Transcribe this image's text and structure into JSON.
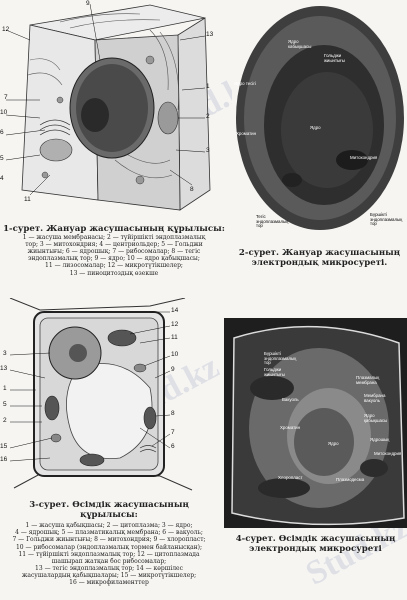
{
  "watermark": "Stud.kz",
  "fig1": {
    "numbers": [
      "9",
      "13",
      "1",
      "2",
      "3",
      "7",
      "8",
      "10",
      "6",
      "5",
      "4",
      "11",
      "12"
    ],
    "title": "1-сурет. Жануар жасушасының құрылысы:",
    "legend_lines": [
      "1 — жасуша мембранасы; 2 — түйіршікті эндоплазмалық",
      "тор; 3 — митохондрия; 4 — центриольдер; 5 — Гольджи",
      "жиынтығы; 6 — ядрошық; 7 — рибосомалар; 8 — тегіс",
      "эндоплазмалық тор; 9 — ядро; 10 — ядро қабықшасы;",
      "11 — лизосомалар; 12 — микротүтікшелер;",
      "13 — пиноцитоздық өзекше"
    ]
  },
  "fig2": {
    "labels": [
      "Ядро кабықшасы",
      "Гольджи жиынтығы",
      "Ядро тесігі",
      "Хроматин",
      "Ядро",
      "Митохондрия",
      "Тегіс эндоплазмалық тор",
      "Бүршікті эндоплазмалық тор"
    ],
    "title_lines": [
      "2-сурет. Жануар жасушасының",
      "электрондық микросуреті."
    ]
  },
  "fig3": {
    "numbers": [
      "14",
      "12",
      "11",
      "3",
      "10",
      "13",
      "9",
      "1",
      "5",
      "2",
      "8",
      "15",
      "7",
      "16",
      "6"
    ],
    "title_lines": [
      "3-сурет. Өсімдік жасушасының",
      "құрылысы:"
    ],
    "legend_lines": [
      "1 — жасуша қабықшасы; 2 — цитоплазма; 3 — ядро;",
      "4 — ядрошық; 5 — плазматикалық мембрана; 6 — вакуоль;",
      "7 — Гольджи жиынтығы; 8 — митохондрия; 9 — хлоропласт;",
      "10 — рибосомалар (эндоплазмалық тормен байланысқан);",
      "11 — түйіршікті эндоплазмалық тор; 12 — цитоплазмада",
      "шашырап жатқан бос рибосомалар;",
      "13 — тегіс эндоплазмалық тор; 14 — көршілес",
      "жасушалардың қабықшалары; 15 — микротүтікшелер;",
      "16 — микрофиламенттер"
    ]
  },
  "fig4": {
    "labels": [
      "Бүршікті эндоплазмалық тор",
      "Гольджи жиынтығы",
      "Плазмалық мембрана",
      "Вакуоль",
      "Мембрана вакуоль",
      "Ядро қабықшасы",
      "Хроматин",
      "Ядро",
      "Ядрошық",
      "Митохондрия",
      "Хлоропласт",
      "Плазмодесма"
    ],
    "title_lines": [
      "4-сурет. Өсімдік жасушасының",
      "электрондық микросуреті"
    ]
  }
}
